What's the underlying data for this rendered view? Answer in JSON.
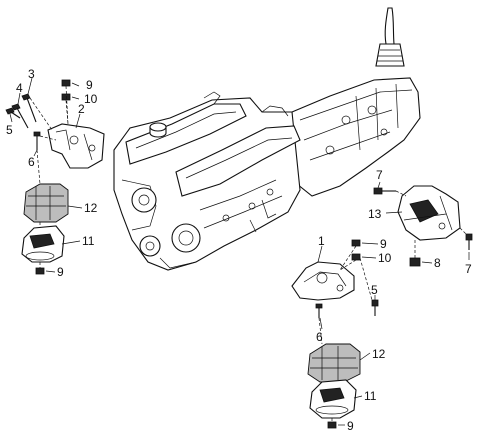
{
  "callouts": {
    "c1": "1",
    "c2": "2",
    "c3": "3",
    "c4": "4",
    "c5_left": "5",
    "c5_right": "5",
    "c6_left": "6",
    "c6_right": "6",
    "c7_top": "7",
    "c7_bottom": "7",
    "c8": "8",
    "c9_top_left": "9",
    "c9_bottom_left": "9",
    "c9_right_top": "9",
    "c9_right_bottom": "9",
    "c10_left": "10",
    "c10_right": "10",
    "c11_left": "11",
    "c11_right": "11",
    "c12_left": "12",
    "c12_right": "12",
    "c13": "13"
  }
}
